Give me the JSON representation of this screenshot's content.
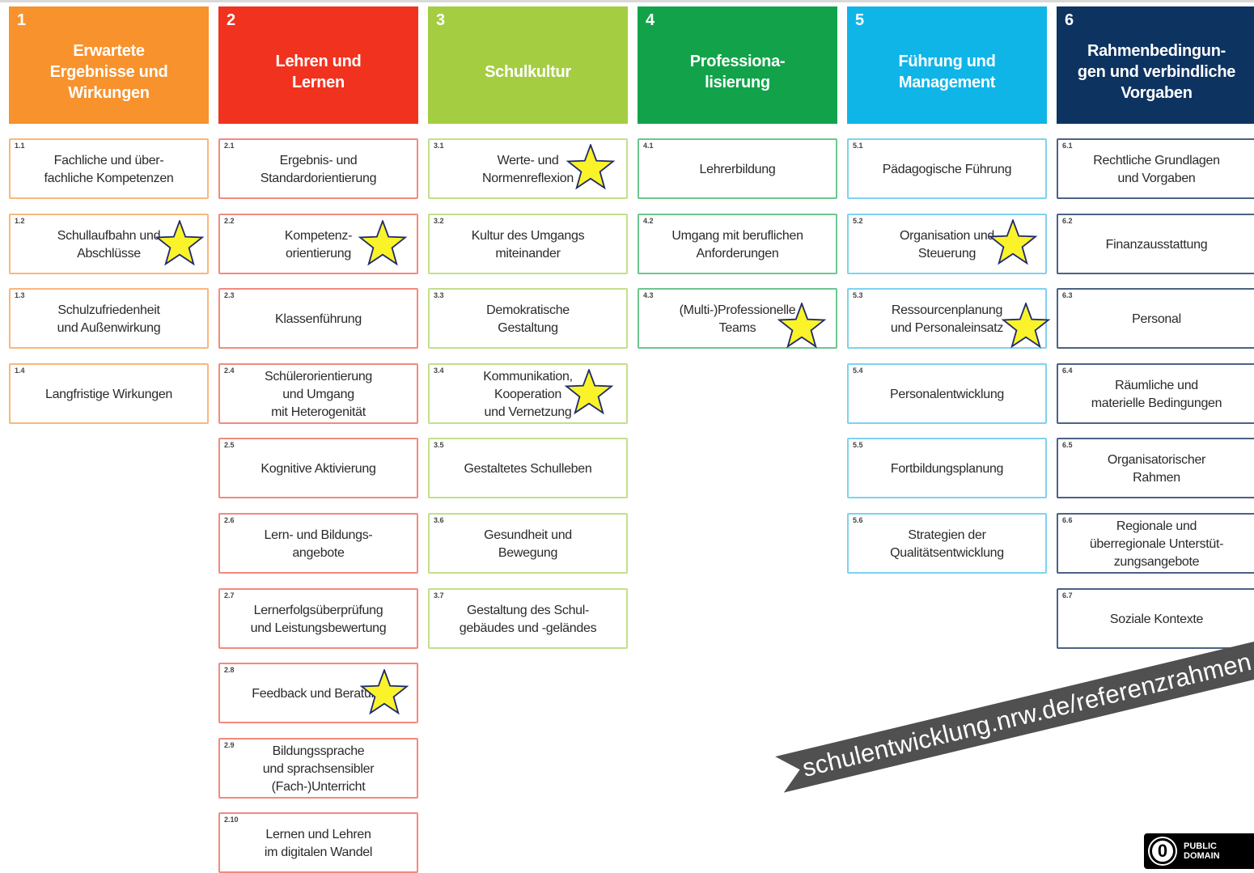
{
  "columns": [
    {
      "num": "1",
      "title": "Erwartete\nErgebnisse und\nWirkungen",
      "color": "#f7922d",
      "border": "#f9b77a",
      "items": [
        {
          "num": "1.1",
          "label": "Fachliche und über-\nfachliche Kompetenzen"
        },
        {
          "num": "1.2",
          "label": "Schullaufbahn und\nAbschlüsse",
          "star": true
        },
        {
          "num": "1.3",
          "label": "Schulzufriedenheit\nund Außenwirkung"
        },
        {
          "num": "1.4",
          "label": "Langfristige Wirkungen"
        }
      ]
    },
    {
      "num": "2",
      "title": "Lehren und\nLernen",
      "color": "#f1321f",
      "border": "#f28a80",
      "items": [
        {
          "num": "2.1",
          "label": "Ergebnis- und\nStandardorientierung"
        },
        {
          "num": "2.2",
          "label": "Kompetenz-\norientierung",
          "star": true
        },
        {
          "num": "2.3",
          "label": "Klassenführung"
        },
        {
          "num": "2.4",
          "label": "Schülerorientierung\nund Umgang\nmit Heterogenität"
        },
        {
          "num": "2.5",
          "label": "Kognitive Aktivierung"
        },
        {
          "num": "2.6",
          "label": "Lern- und Bildungs-\nangebote"
        },
        {
          "num": "2.7",
          "label": "Lernerfolgsüberprüfung\nund Leistungsbewertung"
        },
        {
          "num": "2.8",
          "label": "Feedback und Beratung",
          "star": true
        },
        {
          "num": "2.9",
          "label": "Bildungssprache\nund sprachsensibler\n(Fach-)Unterricht"
        },
        {
          "num": "2.10",
          "label": "Lernen und Lehren\nim digitalen Wandel"
        }
      ]
    },
    {
      "num": "3",
      "title": "Schulkultur",
      "color": "#a4cd42",
      "border": "#c3df8b",
      "items": [
        {
          "num": "3.1",
          "label": "Werte- und\nNormenreflexion",
          "star": true
        },
        {
          "num": "3.2",
          "label": "Kultur des Umgangs\nmiteinander"
        },
        {
          "num": "3.3",
          "label": "Demokratische\nGestaltung"
        },
        {
          "num": "3.4",
          "label": "Kommunikation,\nKooperation\nund Vernetzung",
          "star": true
        },
        {
          "num": "3.5",
          "label": "Gestaltetes Schulleben"
        },
        {
          "num": "3.6",
          "label": "Gesundheit und\nBewegung"
        },
        {
          "num": "3.7",
          "label": "Gestaltung des Schul-\ngebäudes und -geländes"
        }
      ]
    },
    {
      "num": "4",
      "title": "Professiona-\nlisierung",
      "color": "#12a34a",
      "border": "#6cc690",
      "items": [
        {
          "num": "4.1",
          "label": "Lehrerbildung"
        },
        {
          "num": "4.2",
          "label": "Umgang mit beruflichen\nAnforderungen"
        },
        {
          "num": "4.3",
          "label": "(Multi-)Professionelle\nTeams",
          "star": true
        }
      ]
    },
    {
      "num": "5",
      "title": "Führung und\nManagement",
      "color": "#10b5e8",
      "border": "#7ed2f0",
      "items": [
        {
          "num": "5.1",
          "label": "Pädagogische Führung"
        },
        {
          "num": "5.2",
          "label": "Organisation und\nSteuerung",
          "star": true
        },
        {
          "num": "5.3",
          "label": "Ressourcenplanung\nund Personaleinsatz",
          "star": true
        },
        {
          "num": "5.4",
          "label": "Personalentwicklung"
        },
        {
          "num": "5.5",
          "label": "Fortbildungsplanung"
        },
        {
          "num": "5.6",
          "label": "Strategien der\nQualitätsentwicklung"
        }
      ]
    },
    {
      "num": "6",
      "title": "Rahmenbedingun-\ngen und verbindliche\nVorgaben",
      "color": "#0d3361",
      "border": "#4c6284",
      "items": [
        {
          "num": "6.1",
          "label": "Rechtliche Grundlagen\nund Vorgaben"
        },
        {
          "num": "6.2",
          "label": "Finanzausstattung"
        },
        {
          "num": "6.3",
          "label": "Personal"
        },
        {
          "num": "6.4",
          "label": "Räumliche und\nmaterielle Bedingungen"
        },
        {
          "num": "6.5",
          "label": "Organisatorischer\nRahmen"
        },
        {
          "num": "6.6",
          "label": "Regionale und\nüberregionale Unterstüt-\nzungsangebote"
        },
        {
          "num": "6.7",
          "label": "Soziale Kontexte"
        }
      ]
    }
  ],
  "banner_text": "schulentwicklung.nrw.de/referenzrahmen",
  "license": {
    "symbol": "0",
    "text": "PUBLIC\nDOMAIN"
  },
  "star_color": "#fbf32a",
  "star_stroke": "#1f2a6b"
}
